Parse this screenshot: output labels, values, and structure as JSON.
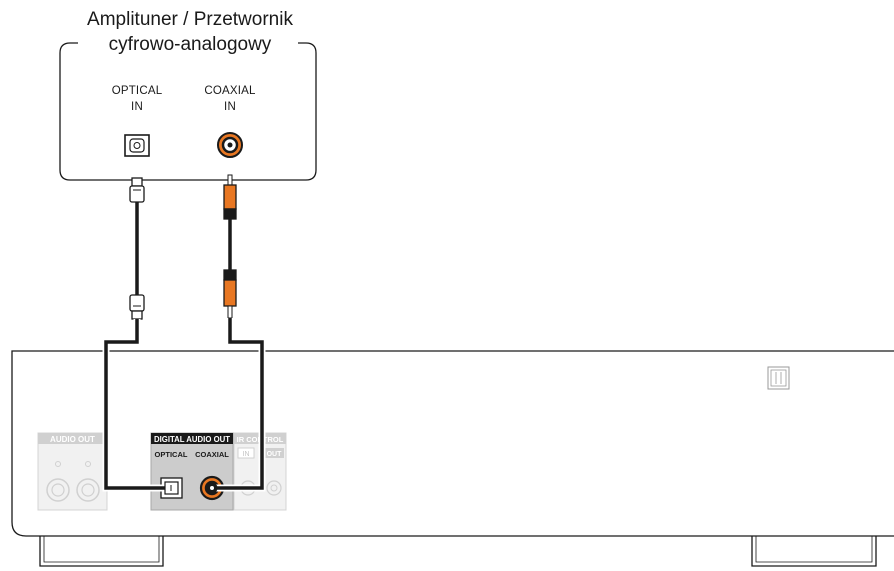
{
  "receiver": {
    "title_line1": "Amplituner / Przetwornik",
    "title_line2": "cyfrowo-analogowy",
    "optical_label_line1": "OPTICAL",
    "optical_label_line2": "IN",
    "coaxial_label_line1": "COAXIAL",
    "coaxial_label_line2": "IN"
  },
  "player": {
    "audio_out_label": "AUDIO OUT",
    "digital_audio_out_label": "DIGITAL AUDIO OUT",
    "optical_out_label": "OPTICAL",
    "coaxial_out_label": "COAXIAL",
    "ir_control_label": "IR CONTROL",
    "ir_in_label": "IN",
    "ir_out_label": "OUT"
  },
  "colors": {
    "coax_orange": "#e87722",
    "cable": "#1a1a1a",
    "panel_gray": "#e6e6e6",
    "digital_panel": "#cccccc",
    "outline": "#1a1a1a"
  }
}
